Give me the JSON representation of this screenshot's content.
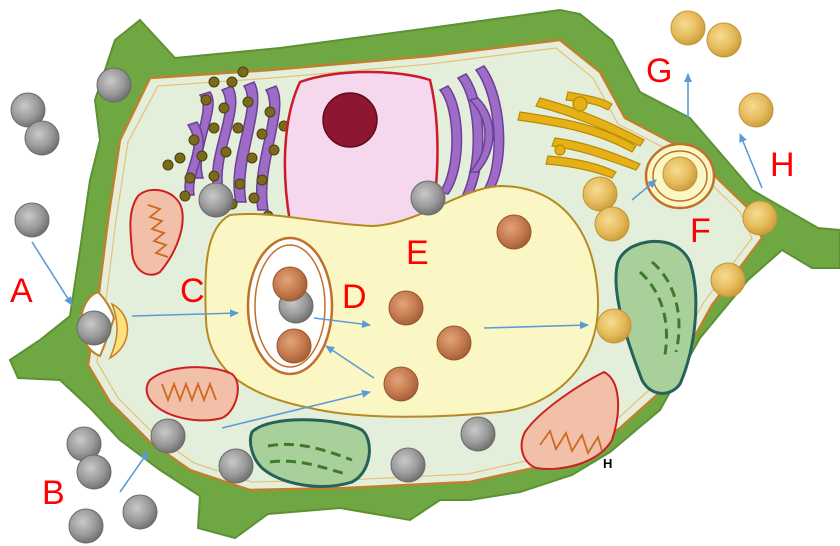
{
  "labels": {
    "a": "A",
    "b": "B",
    "c": "C",
    "d": "D",
    "e": "E",
    "f": "F",
    "g": "G",
    "h": "H"
  },
  "small_mark": "H",
  "colors": {
    "cell_wall": "#6fa842",
    "cytoplasm": "#e4efdb",
    "membrane": "#c0812c",
    "vacuole": "#fbf7c4",
    "nucleus": "#f5d8ee",
    "nucleolus": "#8e1630",
    "er": "#9d6cc6",
    "golgi": "#e6b114",
    "mitochondrion": "#d97060",
    "chloroplast": "#a9d09a",
    "grey_particle": "#8a8a8a",
    "brown_particle": "#c27b50",
    "gold_particle": "#e3b85a",
    "arrow": "#5b9bd5",
    "label": "#ff0000"
  }
}
